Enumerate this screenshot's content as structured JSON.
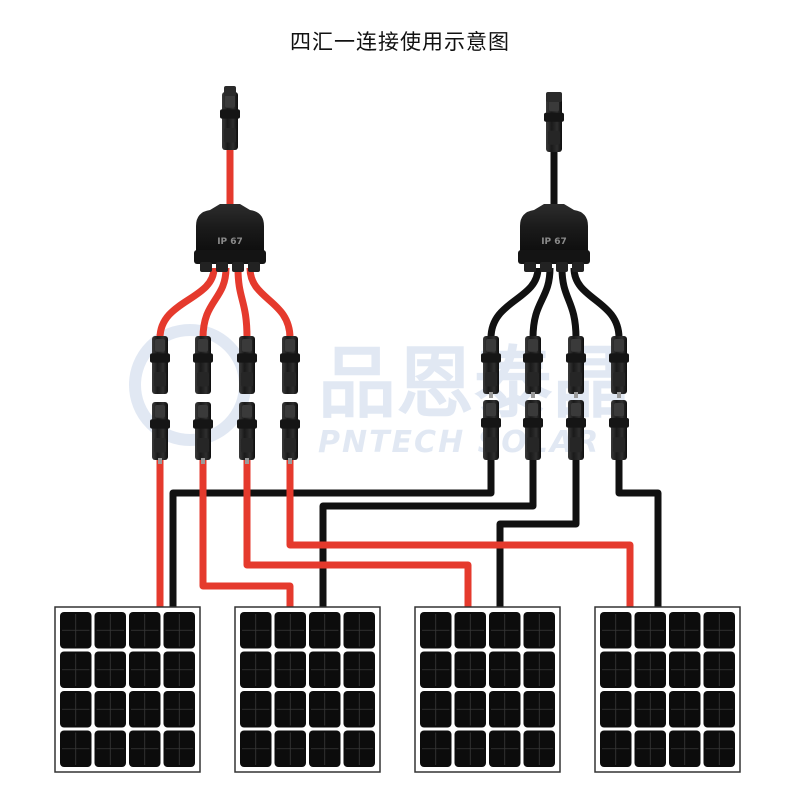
{
  "title": "四汇一连接使用示意图",
  "watermark": {
    "cn": "品恩泰晶",
    "en": "PNTECH SOLAR"
  },
  "junction_label": "IP 67",
  "colors": {
    "positive": "#e53a2d",
    "negative": "#111111",
    "connector": "#1c1c1c",
    "panel_cell": "#0c0c0c",
    "watermark": "#c9d6ea"
  },
  "diagram": {
    "branches": [
      {
        "name": "positive-branch",
        "polarity": "positive",
        "ports": 4
      },
      {
        "name": "negative-branch",
        "polarity": "negative",
        "ports": 4
      }
    ],
    "panels": [
      {
        "name": "solar-panel-1",
        "cells_per_row": 4,
        "cell_rows": 4
      },
      {
        "name": "solar-panel-2",
        "cells_per_row": 4,
        "cell_rows": 4
      },
      {
        "name": "solar-panel-3",
        "cells_per_row": 4,
        "cell_rows": 4
      },
      {
        "name": "solar-panel-4",
        "cells_per_row": 4,
        "cell_rows": 4
      }
    ]
  }
}
